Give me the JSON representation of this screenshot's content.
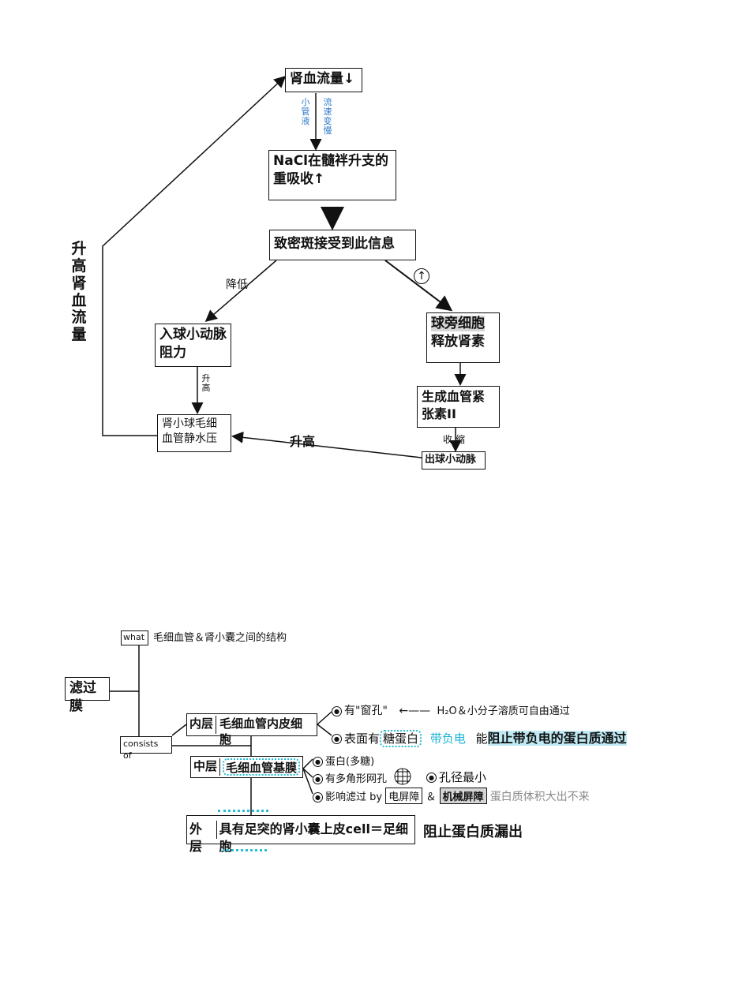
{
  "flowchart": {
    "top": "肾血流量↓",
    "edge_top_left": "小管液",
    "edge_top_right": "流速变慢",
    "nacl": "NaCl在髓袢升支的重吸收↑",
    "macula": "致密斑接受到此信息",
    "edge_decrease": "降低",
    "edge_up_symbol": "↑",
    "afferent": "入球小动脉阻力",
    "juxta_a": "球旁细胞",
    "juxta_b": "释放肾素",
    "edge_rise_small": "升高",
    "angiotensin": "生成血管紧张素II",
    "edge_contract": "收缩",
    "glomerular": "肾小球毛细血管静水压",
    "edge_rise": "升高",
    "efferent": "出球小动脉",
    "feedback": "升高肾血流量"
  },
  "membrane": {
    "title": "滤过膜",
    "what_label": "what",
    "what_text": "毛细血管＆肾小囊之间的结构",
    "consists_label": "consists of",
    "inner_label": "内层",
    "inner_text": "毛细血管内皮细胞",
    "inner_n1": "有\"窗孔\"",
    "inner_n1_arrow": "←——",
    "inner_n1_note": "H₂O＆小分子溶质可自由通过",
    "inner_n2_a": "表面有",
    "inner_n2_b": "糖蛋白",
    "inner_n2_c": "带负电",
    "inner_n2_d": "能",
    "inner_n2_e": "阻止带负电的蛋白质通过",
    "middle_label": "中层",
    "middle_text": "毛细血管基膜",
    "middle_n1": "蛋白(多糖)",
    "middle_n2": "有多角形网孔",
    "middle_n2_b": "孔径最小",
    "middle_n3_a": "影响滤过 by",
    "middle_n3_b": "电屏障",
    "middle_n3_c": "＆",
    "middle_n3_d": "机械屏障",
    "middle_n3_e": "蛋白质体积大出不来",
    "outer_label": "外层",
    "outer_text": "具有足突的肾小囊上皮cell＝足细胞",
    "outer_note": "阻止蛋白质漏出"
  },
  "colors": {
    "ink": "#111111",
    "blue": "#2f79c9",
    "cyan": "#1cb6d1",
    "grey": "#8a8a8a"
  }
}
